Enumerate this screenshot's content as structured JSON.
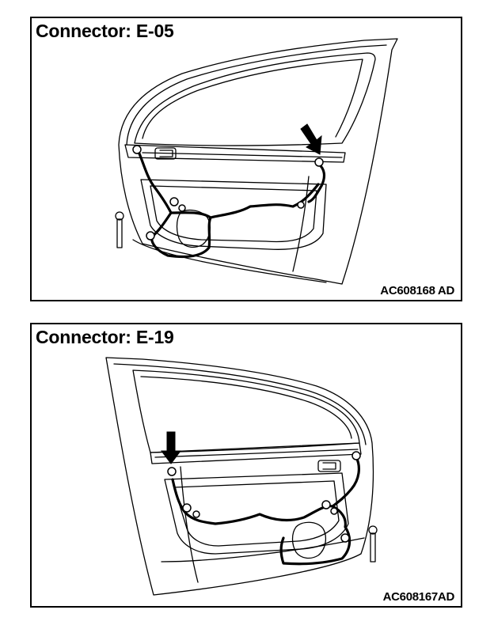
{
  "figures": [
    {
      "title": "Connector: E-05",
      "code": "AC608168 AD"
    },
    {
      "title": "Connector: E-19",
      "code": "AC608167AD"
    }
  ]
}
